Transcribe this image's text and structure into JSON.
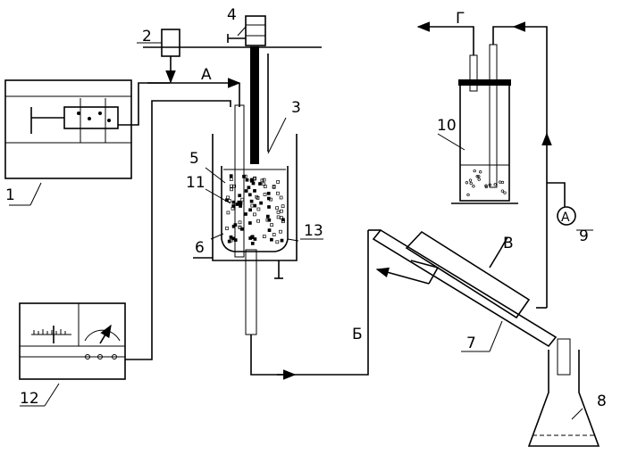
{
  "figure": {
    "labels": {
      "n1": "1",
      "n2": "2",
      "n3": "3",
      "n4": "4",
      "n5": "5",
      "n6": "6",
      "n7": "7",
      "n8": "8",
      "n9": "9",
      "n10": "10",
      "n11": "11",
      "n12": "12",
      "n13": "13",
      "A": "А",
      "B": "Б",
      "G": "Г",
      "V": "В",
      "ammeter": "A"
    }
  }
}
